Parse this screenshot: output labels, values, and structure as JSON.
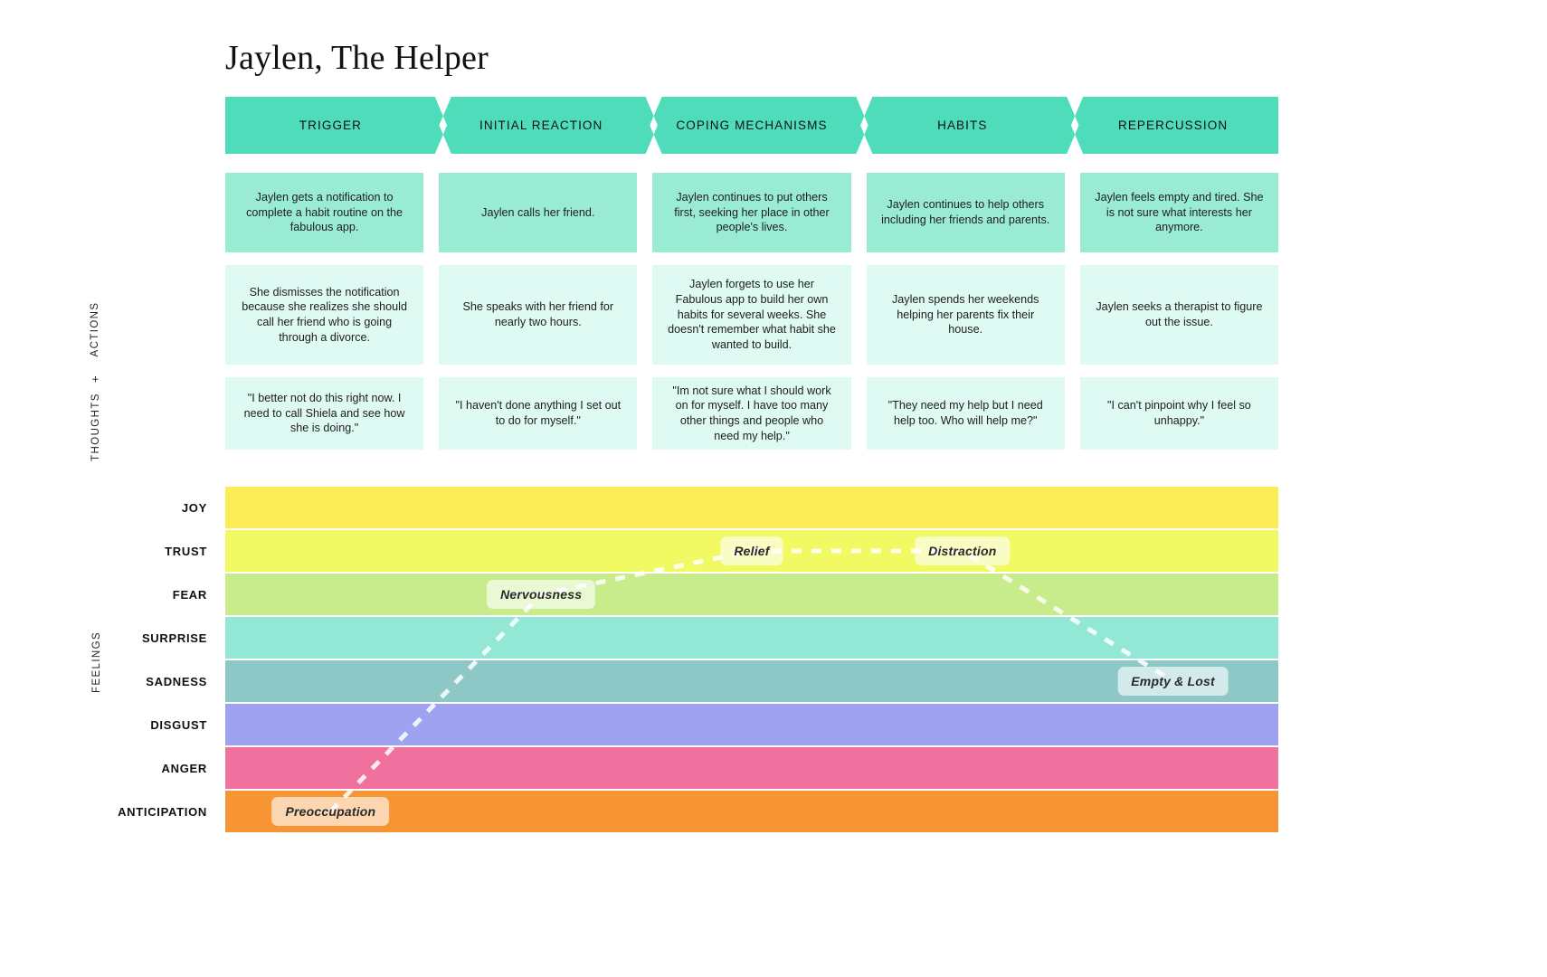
{
  "page": {
    "title": "Jaylen, The Helper"
  },
  "axis": {
    "actions": "ACTIONS",
    "plus": "+",
    "thoughts": "THOUGHTS",
    "feelings": "FEELINGS"
  },
  "stages": [
    {
      "label": "TRIGGER"
    },
    {
      "label": "INITIAL REACTION"
    },
    {
      "label": "COPING MECHANISMS"
    },
    {
      "label": "HABITS"
    },
    {
      "label": "REPERCUSSION"
    }
  ],
  "rows": {
    "actions_primary": [
      "Jaylen gets a notification to complete a habit routine on the fabulous app.",
      "Jaylen calls her friend.",
      "Jaylen continues to put others first, seeking her place in other people's lives.",
      "Jaylen continues to help others including her friends and parents.",
      "Jaylen feels empty and tired. She is not sure what interests her anymore."
    ],
    "actions_secondary": [
      "She dismisses the notification because she realizes she should call her friend who is going through a divorce.",
      "She speaks with her friend for nearly two hours.",
      "Jaylen forgets to use her Fabulous app to build her own habits for several weeks. She doesn't remember what habit she wanted to build.",
      "Jaylen spends her weekends helping her parents fix their house.",
      "Jaylen seeks a therapist to figure out the issue."
    ],
    "thoughts": [
      "\"I better not do this right now. I need to call Shiela and see how she is doing.\"",
      "\"I haven't done anything I set out to do for myself.\"",
      "\"Im not sure what I should work on for myself. I have too many other things and people who need my help.\"",
      "\"They need my help but I need help too. Who will help me?\"",
      "\"I can't pinpoint why I feel so unhappy.\""
    ]
  },
  "chart_data": {
    "type": "line",
    "title": "Jaylen, The Helper - Emotional Journey",
    "xlabel": "",
    "ylabel": "",
    "categories": [
      "TRIGGER",
      "INITIAL REACTION",
      "COPING MECHANISMS",
      "HABITS",
      "REPERCUSSION"
    ],
    "emotion_levels": [
      {
        "label": "JOY",
        "color": "#FCEC55"
      },
      {
        "label": "TRUST",
        "color": "#F1FA63"
      },
      {
        "label": "FEAR",
        "color": "#C8EC8C"
      },
      {
        "label": "SURPRISE",
        "color": "#92E8D4"
      },
      {
        "label": "SADNESS",
        "color": "#8DC8C7"
      },
      {
        "label": "DISGUST",
        "color": "#9EA2F0"
      },
      {
        "label": "ANGER",
        "color": "#F0719E"
      },
      {
        "label": "ANTICIPATION",
        "color": "#F79434"
      }
    ],
    "points": [
      {
        "stage": "TRIGGER",
        "emotion": "ANTICIPATION",
        "label": "Preoccupation"
      },
      {
        "stage": "INITIAL REACTION",
        "emotion": "FEAR",
        "label": "Nervousness"
      },
      {
        "stage": "COPING MECHANISMS",
        "emotion": "TRUST",
        "label": "Relief"
      },
      {
        "stage": "HABITS",
        "emotion": "TRUST",
        "label": "Distraction"
      },
      {
        "stage": "REPERCUSSION",
        "emotion": "SADNESS",
        "label": "Empty & Lost"
      }
    ],
    "line_style": "dashed",
    "line_color": "#FFFFFF",
    "grid": false,
    "legend": "none"
  },
  "colors": {
    "header_accent": "#4FDCBA",
    "card_strong": "#9AEBD4",
    "card_light": "#DEFAF3",
    "background": "#FFFFFF"
  }
}
